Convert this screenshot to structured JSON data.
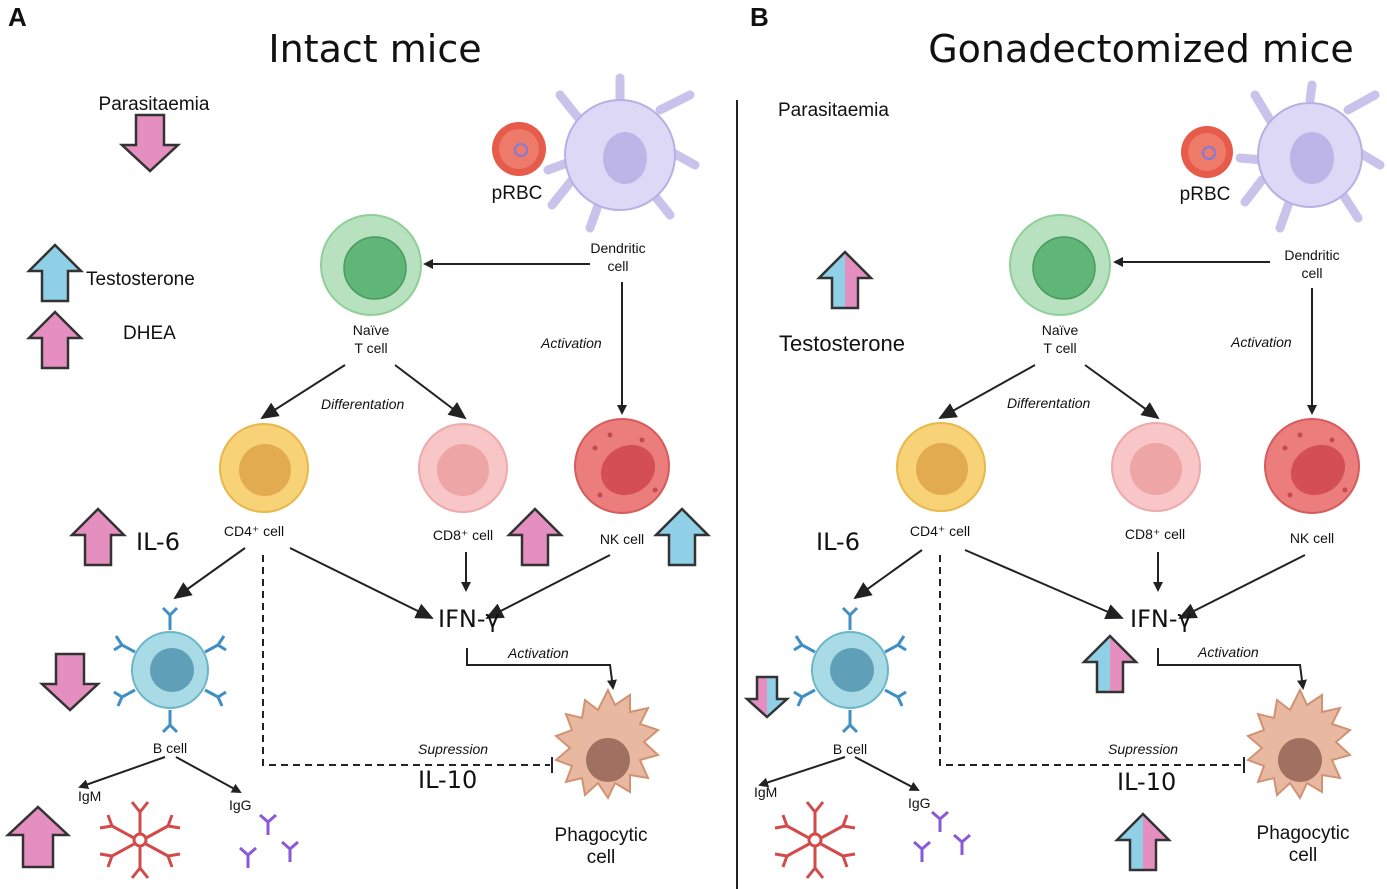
{
  "panel_a": {
    "letter": "A",
    "title": "Intact mice",
    "parasitaemia": "Parasitaemia",
    "testosterone": "Testosterone",
    "dhea": "DHEA",
    "il6": "IL-6",
    "ifn": "IFN-γ",
    "il10": "IL-10",
    "prbc": "pRBC",
    "dendritic_1": "Dendritic",
    "dendritic_2": "cell",
    "naive_1": "Naïve",
    "naive_2": "T cell",
    "cd4": "CD4⁺ cell",
    "cd8": "CD8⁺ cell",
    "nk": "NK cell",
    "bcell": "B cell",
    "igm": "IgM",
    "igg": "IgG",
    "phago_1": "Phagocytic",
    "phago_2": "cell",
    "activation_1": "Activation",
    "activation_2": "Activation",
    "differentiation": "Differentation",
    "suppression": "Supression"
  },
  "panel_b": {
    "letter": "B",
    "title": "Gonadectomized mice",
    "parasitaemia": "Parasitaemia",
    "testosterone": "Testosterone",
    "il6": "IL-6",
    "ifn": "IFN-γ",
    "il10": "IL-10",
    "prbc": "pRBC",
    "dendritic_1": "Dendritic",
    "dendritic_2": "cell",
    "naive_1": "Naïve",
    "naive_2": "T cell",
    "cd4": "CD4⁺ cell",
    "cd8": "CD8⁺ cell",
    "nk": "NK cell",
    "bcell": "B cell",
    "igm": "IgM",
    "igg": "IgG",
    "phago_1": "Phagocytic",
    "phago_2": "cell",
    "activation_1": "Activation",
    "activation_2": "Activation",
    "differentiation": "Differentation",
    "suppression": "Supression"
  },
  "colors": {
    "female_arrow": "#e48fbf",
    "male_arrow": "#8fd0e6",
    "cd4": "#f5c45a",
    "cd8": "#f4b3b3",
    "nk": "#e06868",
    "naive": "#8fcf98",
    "dendritic": "#c9c3ec",
    "bcell": "#8ccfdc",
    "phagocyte": "#dfa182",
    "prbc": "#e65b4a"
  }
}
